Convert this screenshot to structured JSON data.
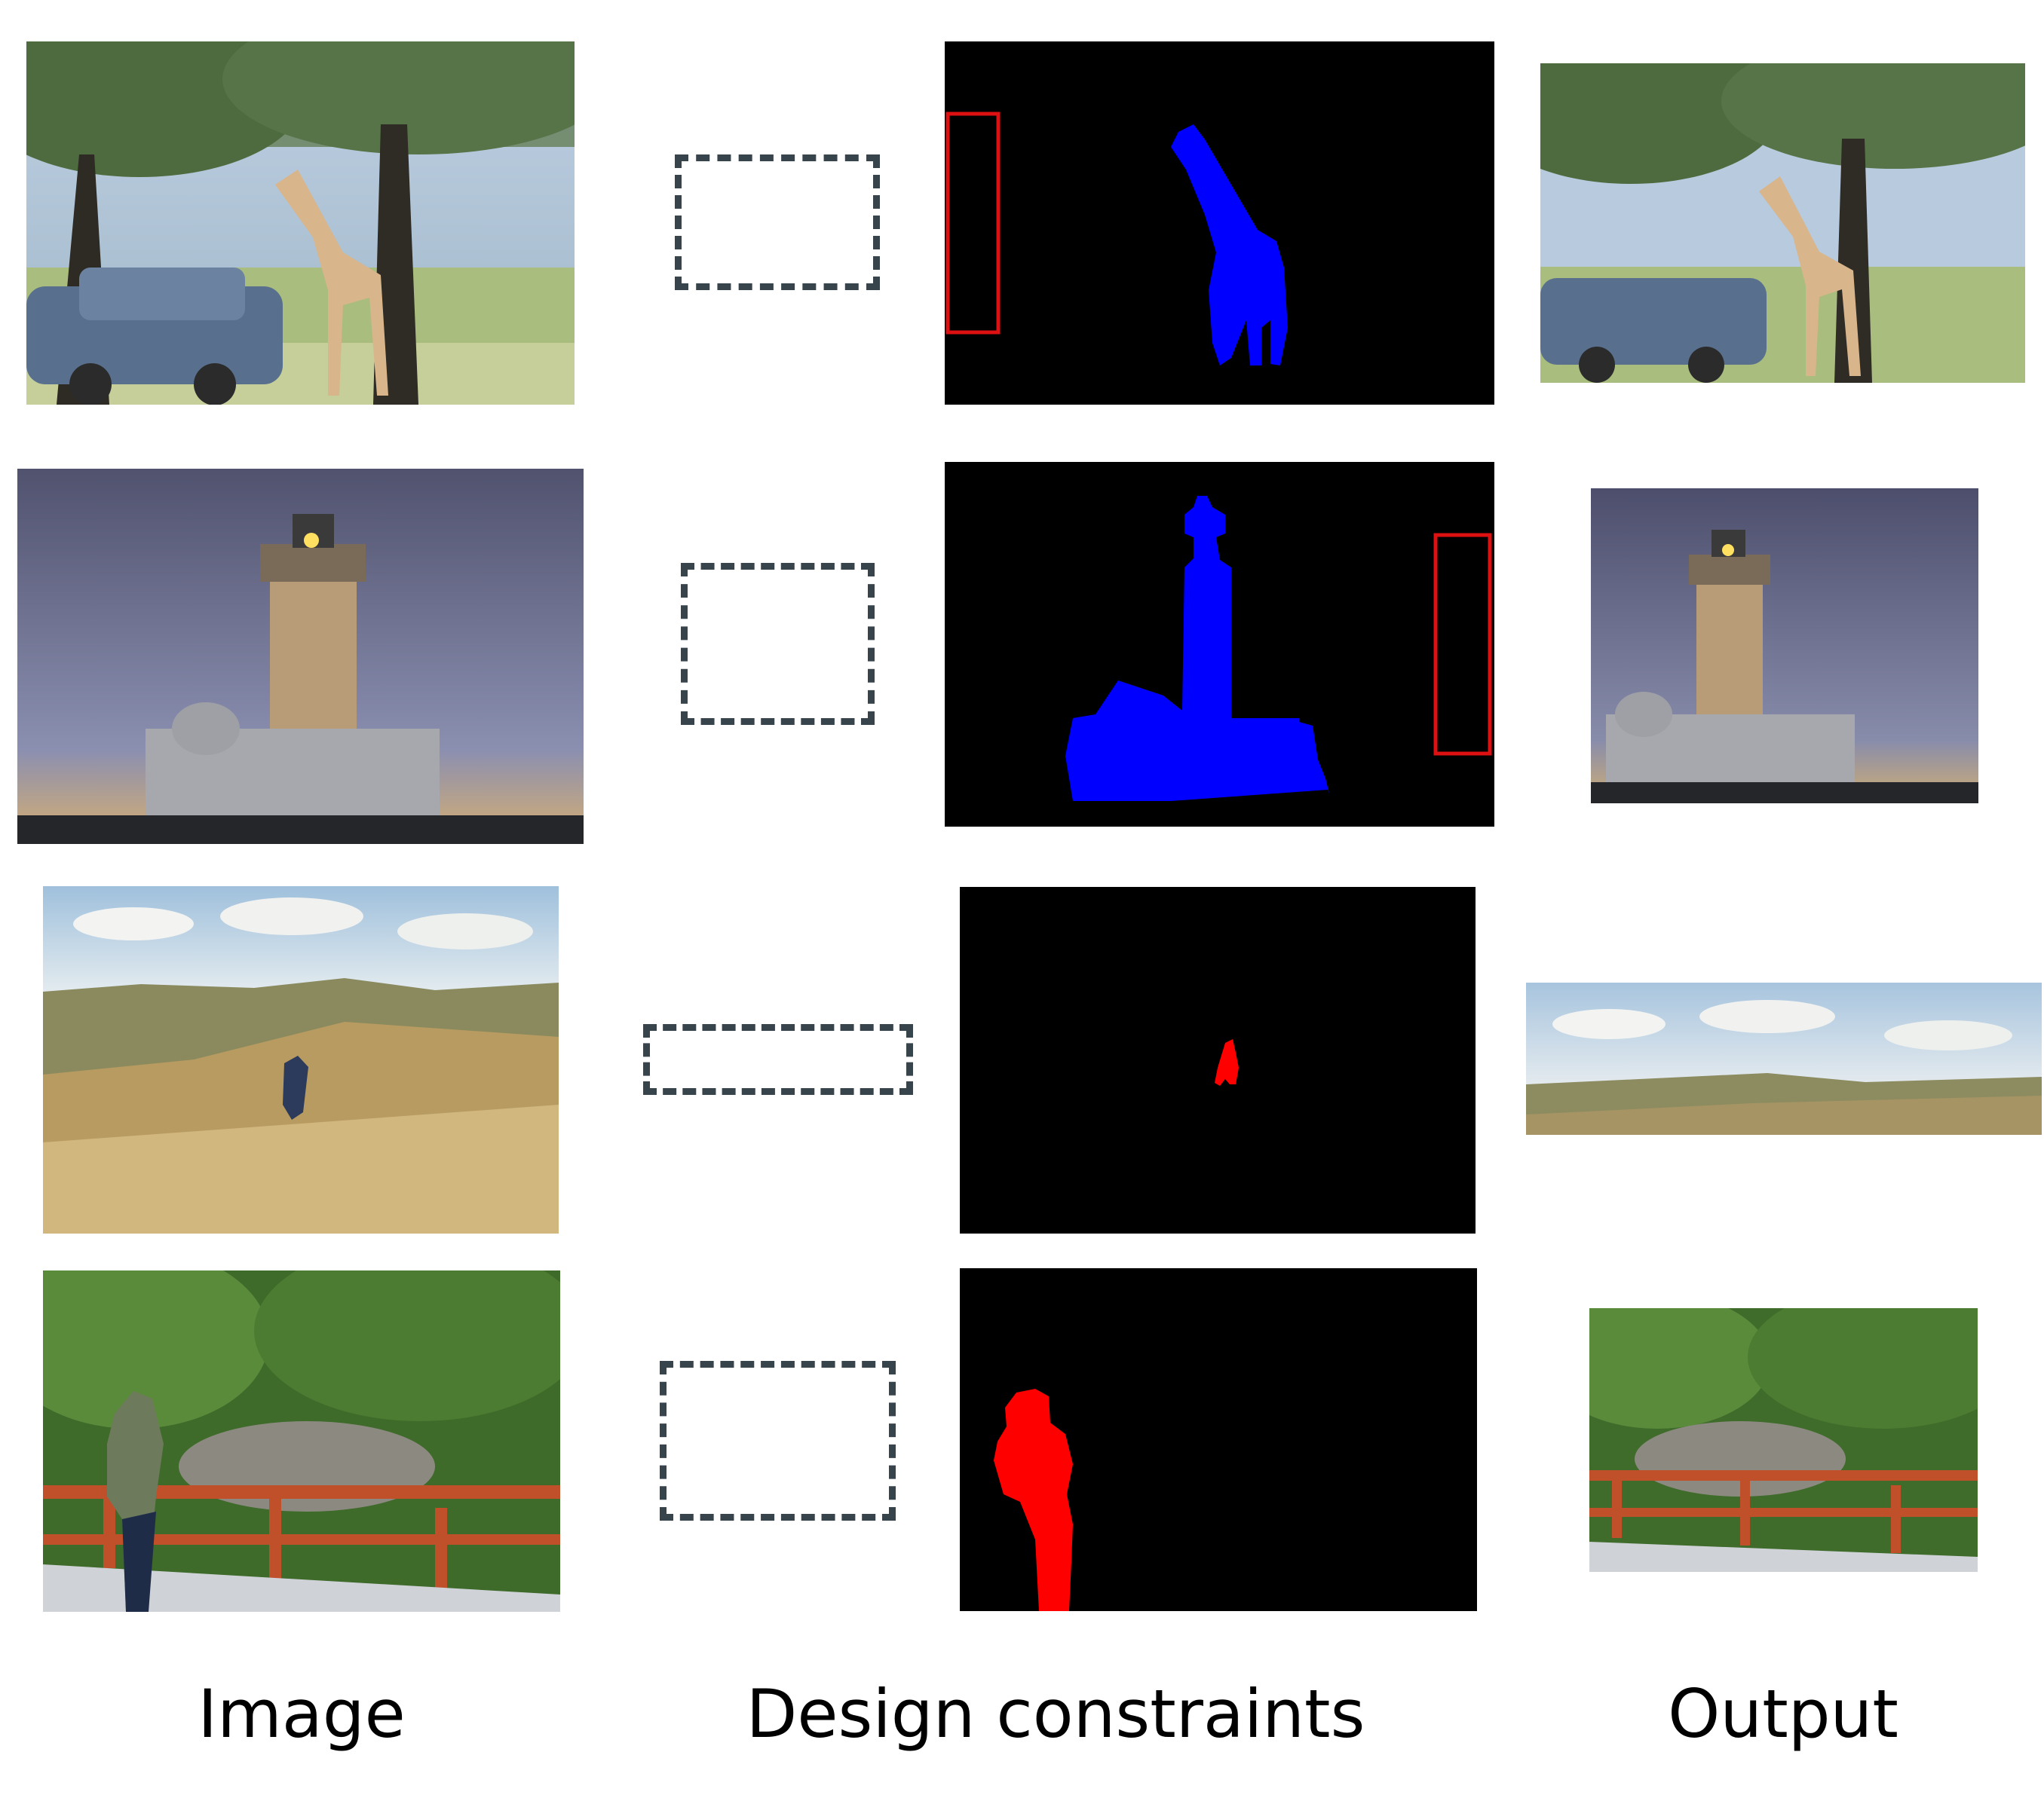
{
  "columns": {
    "image": "Image",
    "constraints": "Design constraints",
    "output": "Output"
  },
  "rows": [
    {
      "image_icon": "giraffe-photo",
      "mask_region": "giraffe",
      "mask_color": "#0000ff",
      "box_color": "#dd1111"
    },
    {
      "image_icon": "lighthouse-photo",
      "mask_region": "lighthouse",
      "mask_color": "#0000ff",
      "box_color": "#dd1111"
    },
    {
      "image_icon": "badlands-photo",
      "mask_region": "hiker",
      "mask_color": "#ff0000"
    },
    {
      "image_icon": "garden-bridge-photo",
      "mask_region": "woman",
      "mask_color": "#ff0000"
    }
  ]
}
